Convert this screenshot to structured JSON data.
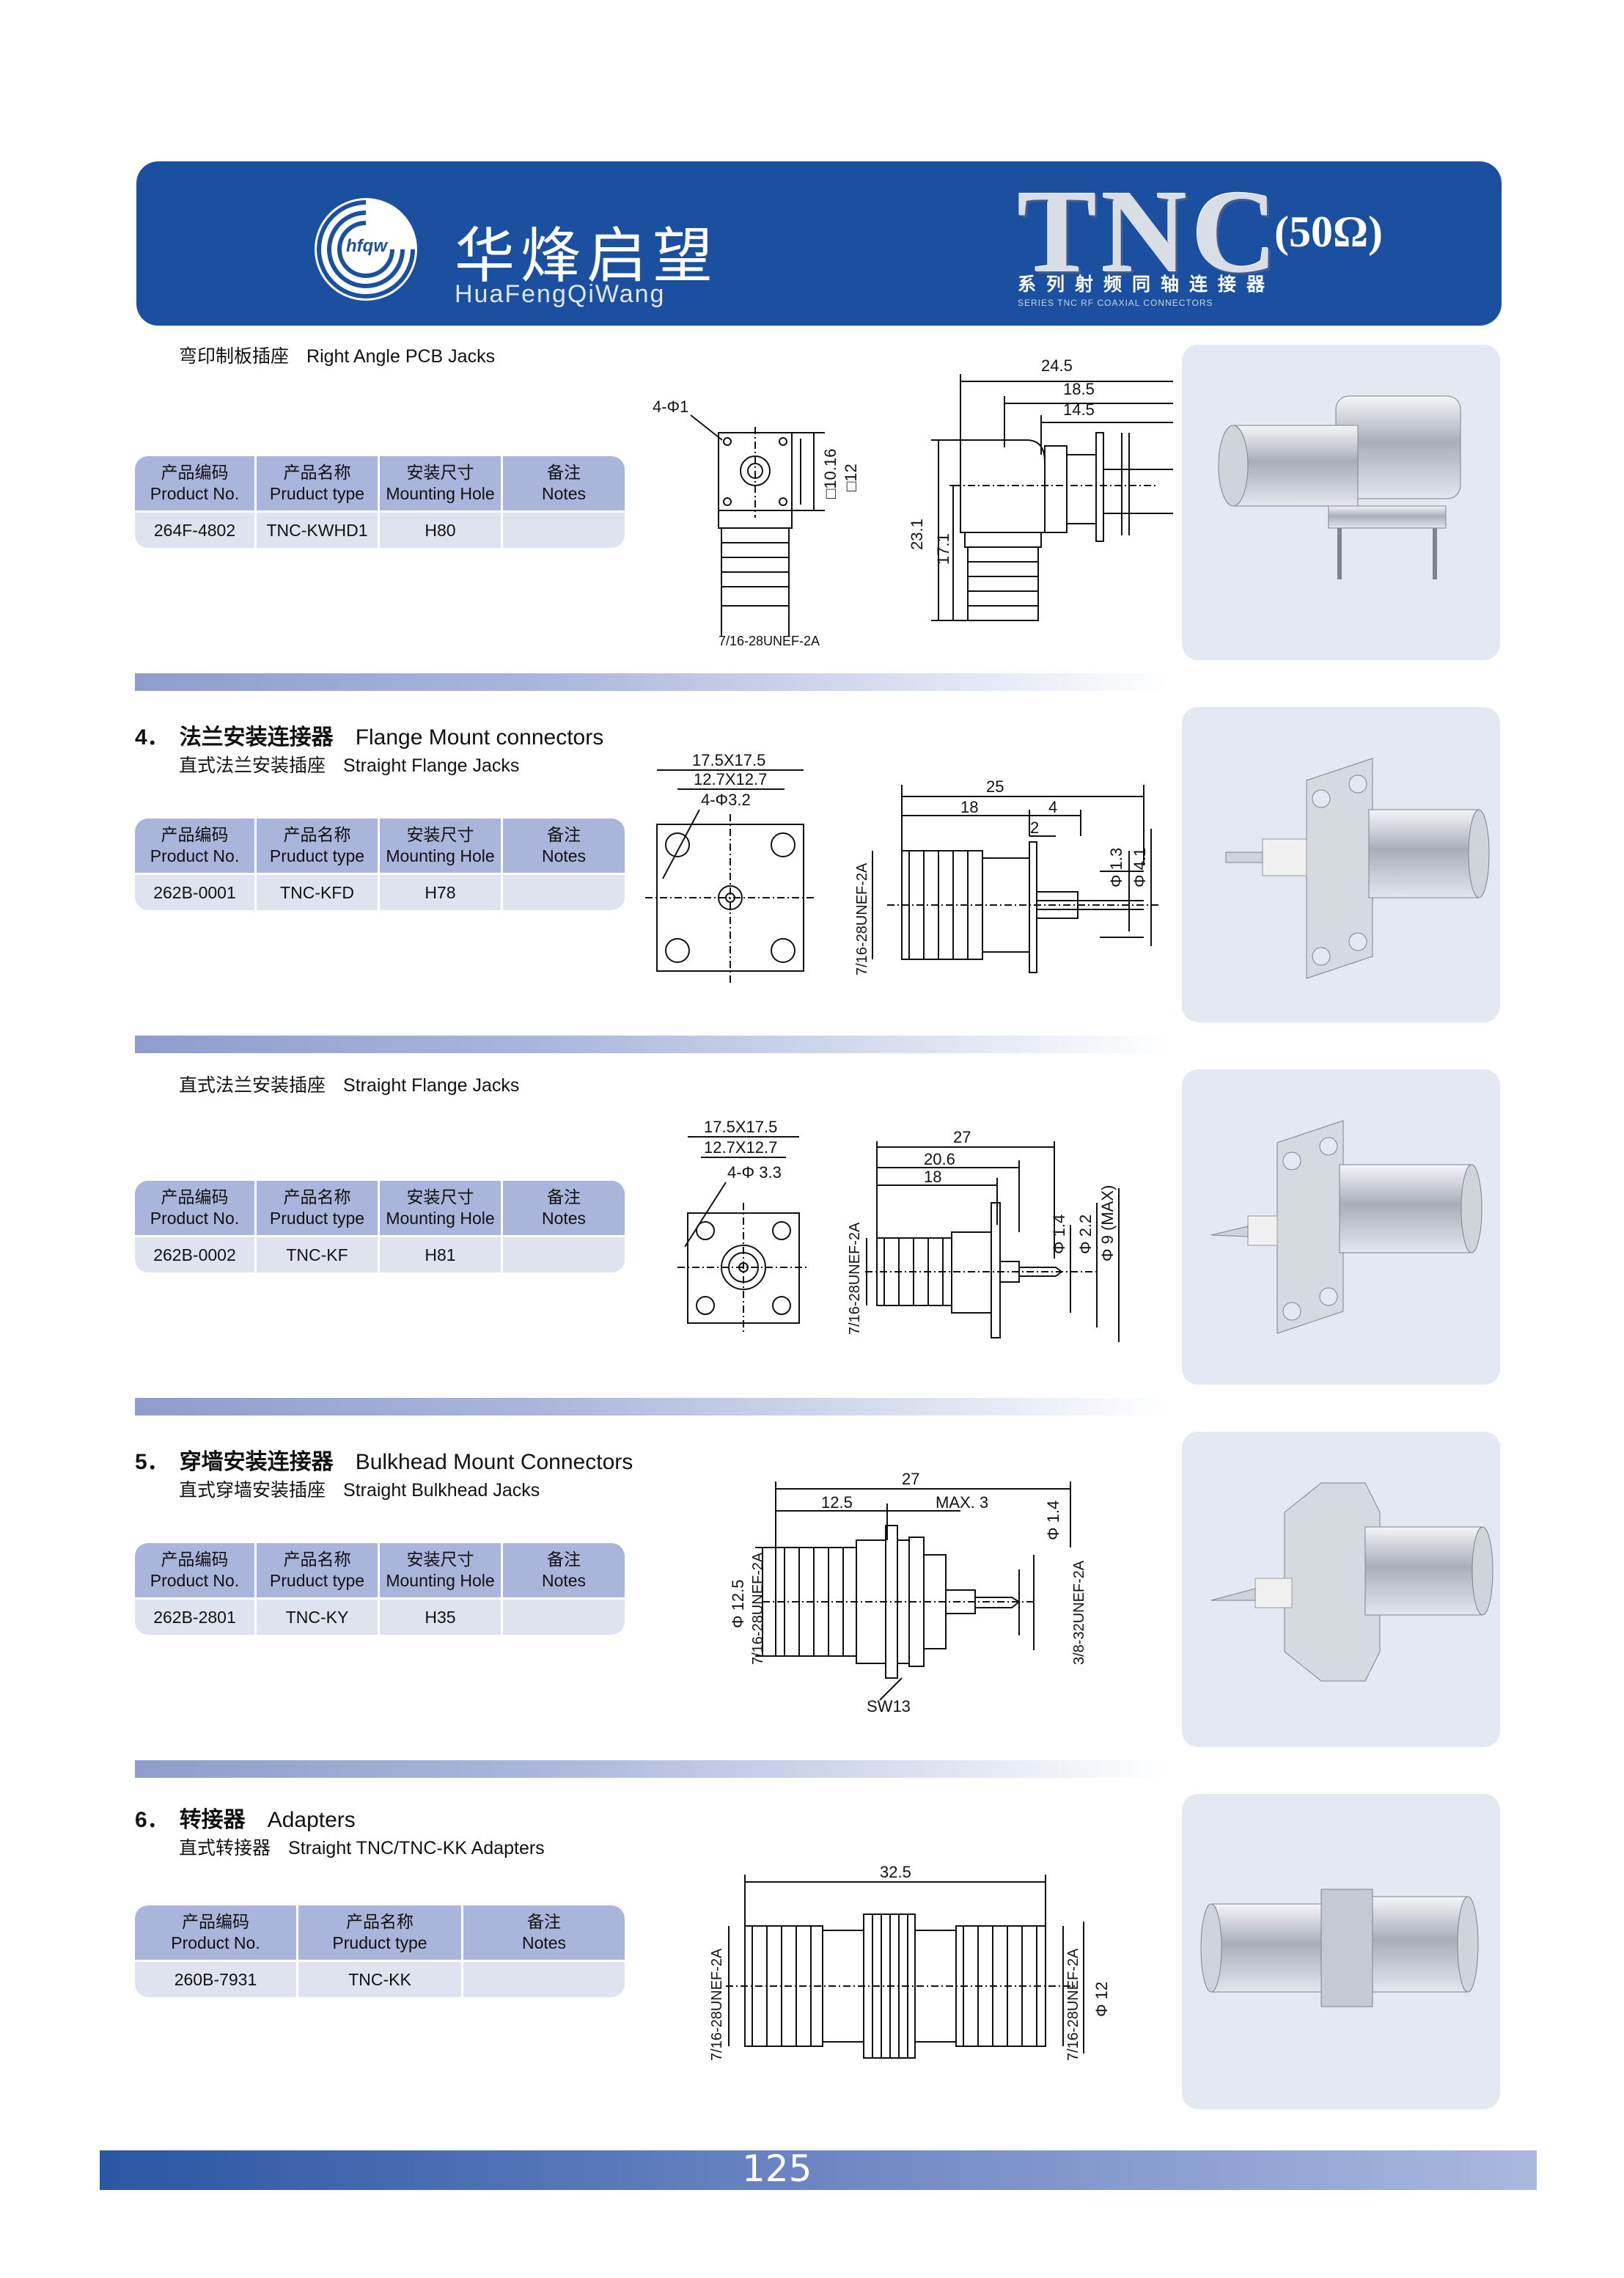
{
  "header": {
    "logo_text": "hfqw",
    "brand_cn": "华烽启望",
    "brand_en": "HuaFengQiWang",
    "title": "TNC",
    "ohm": "(50Ω)",
    "series_cn": "系列射频同轴连接器",
    "series_en": "SERIES TNC RF COAXIAL CONNECTORS"
  },
  "table_headers": {
    "product_no_cn": "产品编码",
    "product_no_en": "Product No.",
    "product_type_cn": "产品名称",
    "product_type_en": "Pruduct type",
    "mounting_cn": "安装尺寸",
    "mounting_en": "Mounting Hole",
    "notes_cn": "备注",
    "notes_en": "Notes"
  },
  "sections": [
    {
      "subtitle_cn": "弯印制板插座",
      "subtitle_en": "Right Angle PCB Jacks",
      "product_no": "264F-4802",
      "product_type": "TNC-KWHD1",
      "mounting": "H80",
      "notes": "",
      "dims": {
        "hole": "4-Φ1",
        "sq1": "□10.16",
        "sq2": "□12",
        "thread": "7/16-28UNEF-2A",
        "d1": "24.5",
        "d2": "18.5",
        "d3": "14.5",
        "h1": "23.1",
        "h2": "17.1"
      }
    },
    {
      "num": "4．",
      "title_cn": "法兰安装连接器",
      "title_en": "Flange Mount connectors",
      "subtitle_cn": "直式法兰安装插座",
      "subtitle_en": "Straight Flange Jacks",
      "product_no": "262B-0001",
      "product_type": "TNC-KFD",
      "mounting": "H78",
      "notes": "",
      "dims": {
        "a": "17.5X17.5",
        "b": "12.7X12.7",
        "c": "4-Φ3.2",
        "l1": "25",
        "l2": "18",
        "l3": "4",
        "l4": "2",
        "d1": "Φ 1.3",
        "d2": "Φ 4.1",
        "thread": "7/16-28UNEF-2A"
      }
    },
    {
      "subtitle_cn": "直式法兰安装插座",
      "subtitle_en": "Straight Flange Jacks",
      "product_no": "262B-0002",
      "product_type": "TNC-KF",
      "mounting": "H81",
      "notes": "",
      "dims": {
        "a": "17.5X17.5",
        "b": "12.7X12.7",
        "c": "4-Φ 3.3",
        "l1": "27",
        "l2": "20.6",
        "l3": "18",
        "d1": "Φ 1.4",
        "d2": "Φ 2.2",
        "d3": "Φ 9 (MAX)",
        "thread": "7/16-28UNEF-2A"
      }
    },
    {
      "num": "5．",
      "title_cn": "穿墙安装连接器",
      "title_en": "Bulkhead Mount Connectors",
      "subtitle_cn": "直式穿墙安装插座",
      "subtitle_en": "Straight Bulkhead Jacks",
      "product_no": "262B-2801",
      "product_type": "TNC-KY",
      "mounting": "H35",
      "notes": "",
      "dims": {
        "l1": "27",
        "l2": "12.5",
        "l3": "MAX. 3",
        "d1": "Φ 1.4",
        "d2": "Φ 12.5",
        "t1": "7/16-28UNEF-2A",
        "t2": "3/8-32UNEF-2A",
        "sw": "SW13"
      }
    },
    {
      "num": "6．",
      "title_cn": "转接器",
      "title_en": "Adapters",
      "subtitle_cn": "直式转接器",
      "subtitle_en": "Straight TNC/TNC-KK Adapters",
      "product_no": "260B-7931",
      "product_type": "TNC-KK",
      "notes": "",
      "dims": {
        "l1": "32.5",
        "t1": "7/16-28UNEF-2A",
        "t2": "7/16-28UNEF-2A",
        "d1": "Φ 12"
      }
    }
  ],
  "footer": {
    "page": "125"
  }
}
